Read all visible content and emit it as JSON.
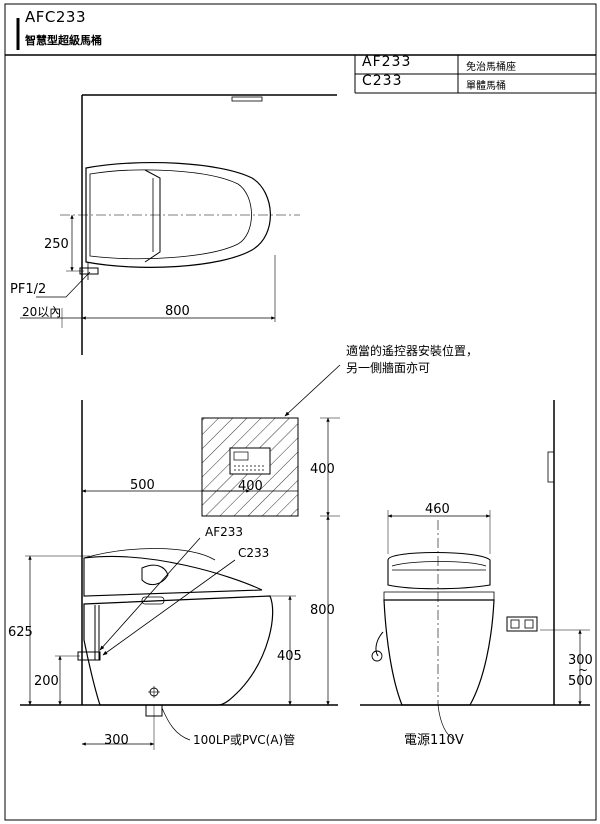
{
  "header": {
    "model_code": "AFC233",
    "model_name": "智慧型超級馬桶"
  },
  "models": [
    {
      "code": "AF233",
      "name": "免治馬桶座"
    },
    {
      "code": "C233",
      "name": "單體馬桶"
    }
  ],
  "notes": {
    "remote_line1": "適當的遙控器安裝位置，",
    "remote_line2": "另一側牆面亦可",
    "pipe_label": "PF1/2",
    "wall_gap": "20以內",
    "drain": "100LP或PVC(A)管",
    "power": "電源110V"
  },
  "top_view": {
    "dim_depth": "800",
    "dim_side": "250"
  },
  "side_view": {
    "dim_remote_height": "400",
    "dim_remote_width": "400",
    "dim_remote_offset": "500",
    "dim_remote_floor": "800",
    "dim_total_height": "625",
    "dim_seat_height": "405",
    "dim_water_inlet": "200",
    "dim_drain_offset": "300",
    "label_seat": "AF233",
    "label_bowl": "C233"
  },
  "front_view": {
    "dim_width": "460",
    "dim_outlet_a": "300",
    "dim_outlet_sep": "~",
    "dim_outlet_b": "500"
  }
}
